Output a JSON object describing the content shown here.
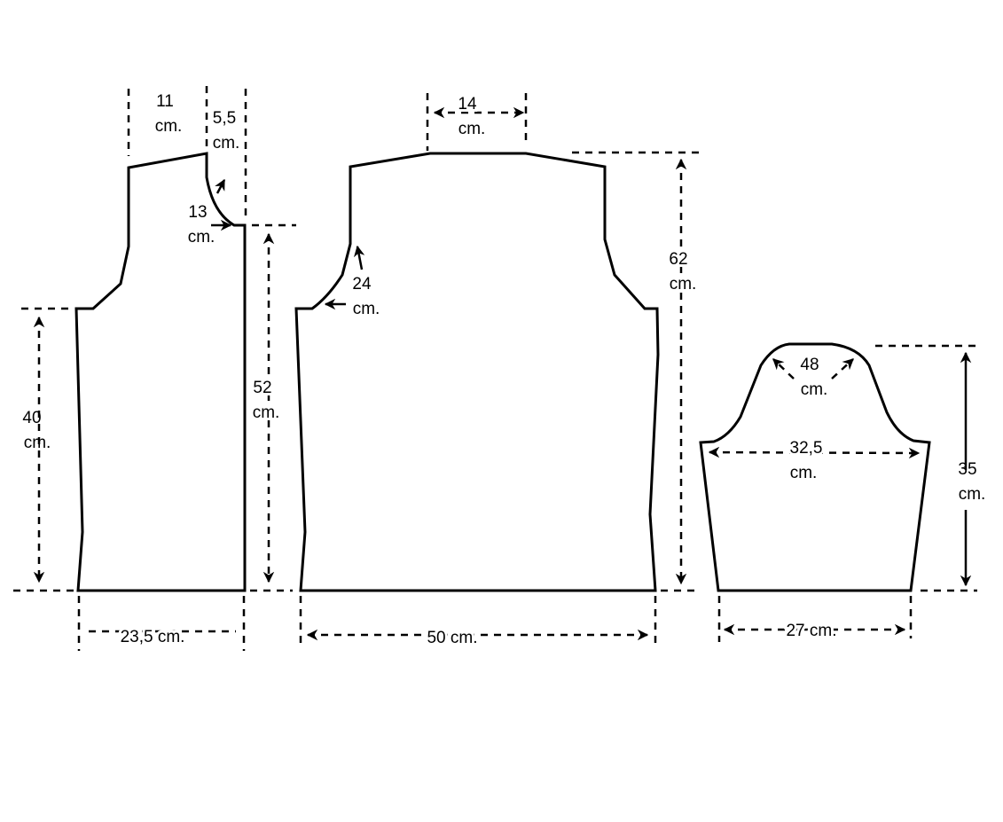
{
  "pieces": {
    "front": {
      "shoulder_width": {
        "value": "11",
        "unit": "cm."
      },
      "neck_width": {
        "value": "5,5",
        "unit": "cm."
      },
      "neck_curve": {
        "value": "13",
        "unit": "cm."
      },
      "side_length": {
        "value": "40",
        "unit": "cm."
      },
      "total_length": {
        "value": "52",
        "unit": "cm."
      },
      "bottom_width": {
        "label": "23,5 cm."
      }
    },
    "back": {
      "neck_width": {
        "value": "14",
        "unit": "cm."
      },
      "armhole_curve": {
        "value": "24",
        "unit": "cm."
      },
      "total_length": {
        "value": "62",
        "unit": "cm."
      },
      "bottom_width": {
        "label": "50 cm."
      }
    },
    "sleeve": {
      "cap_curve": {
        "value": "48",
        "unit": "cm."
      },
      "top_width": {
        "value": "32,5",
        "unit": "cm."
      },
      "length": {
        "value": "35",
        "unit": "cm."
      },
      "cuff_width": {
        "label": "27 cm."
      }
    }
  },
  "colors": {
    "line": "#000000",
    "background": "#ffffff"
  }
}
